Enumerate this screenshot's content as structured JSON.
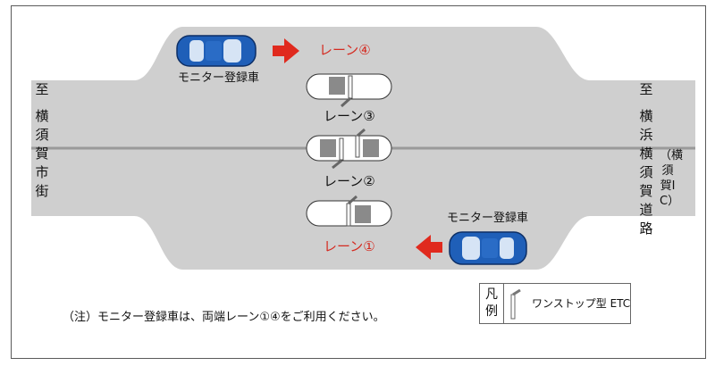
{
  "lanes": [
    {
      "label": "レーン④",
      "color": "#d42a20"
    },
    {
      "label": "レーン③",
      "color": "#111111"
    },
    {
      "label": "レーン②",
      "color": "#111111"
    },
    {
      "label": "レーン①",
      "color": "#d42a20"
    }
  ],
  "monitor_car_label": "モニター登録車",
  "left_destination": {
    "to": "至",
    "name": "横須賀市街"
  },
  "right_destination": {
    "to": "至",
    "name": "横浜横須賀道路",
    "sub": "（横須賀IC）"
  },
  "legend": {
    "title": "凡例",
    "item": "ワンストップ型 ETC"
  },
  "note": "（注）モニター登録車は、両端レーン①④をご利用ください。",
  "colors": {
    "road": "#cfcfcf",
    "car": "#1f5fb8",
    "arrow": "#e02a1e",
    "booth": "#8a8a8a"
  }
}
